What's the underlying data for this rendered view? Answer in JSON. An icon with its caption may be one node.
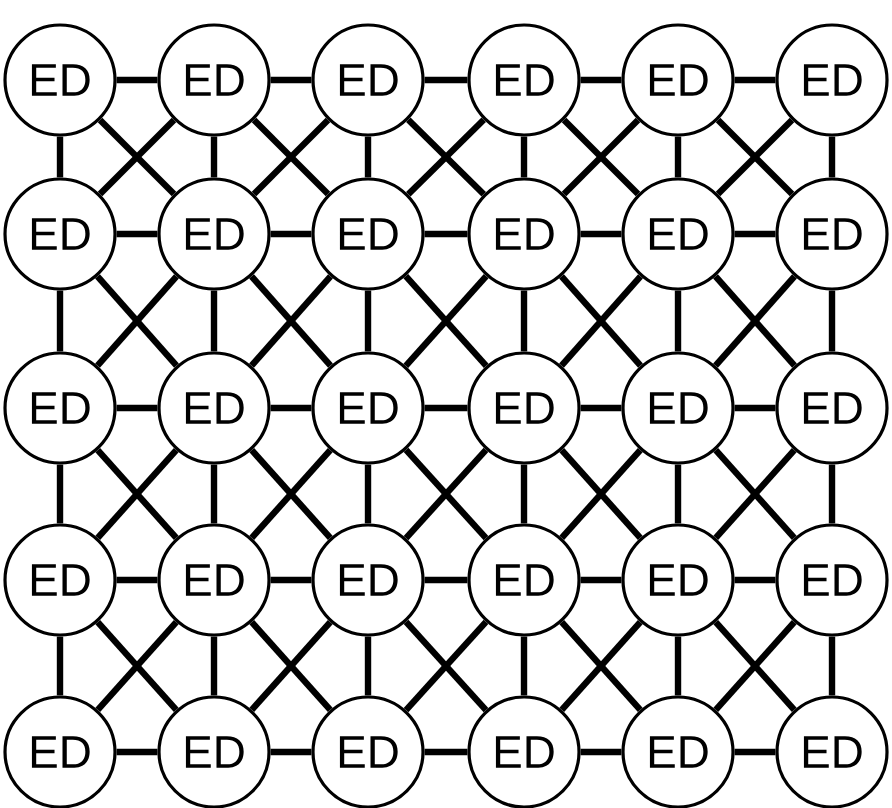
{
  "diagram": {
    "nodes": [
      {
        "text": [
          "ED"
        ]
      },
      {
        "text": [
          "ED"
        ]
      },
      {
        "text": [
          "ED"
        ]
      },
      {
        "text": [
          "ED"
        ]
      },
      {
        "text": [
          "ED"
        ]
      },
      {
        "text": [
          "ED"
        ]
      },
      {
        "text": [
          "ED"
        ]
      },
      {
        "text": [
          "ED"
        ]
      },
      {
        "text": [
          "ED"
        ]
      },
      {
        "text": [
          "ED"
        ]
      },
      {
        "text": [
          "ED"
        ]
      },
      {
        "text": [
          "ED"
        ]
      },
      {
        "text": [
          "ED"
        ]
      },
      {
        "text": [
          "ED"
        ]
      },
      {
        "text": [
          "ED"
        ]
      },
      {
        "text": [
          "ED"
        ]
      },
      {
        "text": [
          "ED"
        ]
      },
      {
        "text": [
          "ED"
        ]
      },
      {
        "text": [
          "ED"
        ]
      },
      {
        "text": [
          "ED"
        ]
      },
      {
        "text": [
          "ED"
        ]
      },
      {
        "text": [
          "ED"
        ]
      },
      {
        "text": [
          "ED"
        ]
      },
      {
        "text": [
          "ED"
        ]
      },
      {
        "text": [
          "ED"
        ]
      },
      {
        "text": [
          "ED"
        ]
      },
      {
        "text": [
          "ED"
        ]
      },
      {
        "text": [
          "ED"
        ]
      },
      {
        "text": [
          "ED"
        ]
      },
      {
        "text": [
          "ED"
        ]
      }
    ],
    "edges": [
      {
        "from": 0,
        "to": 1,
        "arrow": "none"
      },
      {
        "from": 0,
        "to": 6,
        "arrow": "none"
      },
      {
        "from": 0,
        "to": 7,
        "arrow": "none"
      },
      {
        "from": 1,
        "to": 2,
        "arrow": "none"
      },
      {
        "from": 1,
        "to": 7,
        "arrow": "none"
      },
      {
        "from": 1,
        "to": 8,
        "arrow": "none"
      },
      {
        "from": 1,
        "to": 6,
        "arrow": "none"
      },
      {
        "from": 2,
        "to": 3,
        "arrow": "none"
      },
      {
        "from": 2,
        "to": 8,
        "arrow": "none"
      },
      {
        "from": 2,
        "to": 9,
        "arrow": "none"
      },
      {
        "from": 2,
        "to": 7,
        "arrow": "none"
      },
      {
        "from": 3,
        "to": 4,
        "arrow": "none"
      },
      {
        "from": 3,
        "to": 9,
        "arrow": "none"
      },
      {
        "from": 3,
        "to": 10,
        "arrow": "none"
      },
      {
        "from": 3,
        "to": 8,
        "arrow": "none"
      },
      {
        "from": 4,
        "to": 5,
        "arrow": "none"
      },
      {
        "from": 4,
        "to": 10,
        "arrow": "none"
      },
      {
        "from": 4,
        "to": 11,
        "arrow": "none"
      },
      {
        "from": 4,
        "to": 9,
        "arrow": "none"
      },
      {
        "from": 5,
        "to": 11,
        "arrow": "none"
      },
      {
        "from": 5,
        "to": 10,
        "arrow": "none"
      },
      {
        "from": 6,
        "to": 7,
        "arrow": "none"
      },
      {
        "from": 6,
        "to": 12,
        "arrow": "none"
      },
      {
        "from": 6,
        "to": 13,
        "arrow": "none"
      },
      {
        "from": 7,
        "to": 8,
        "arrow": "none"
      },
      {
        "from": 7,
        "to": 13,
        "arrow": "none"
      },
      {
        "from": 7,
        "to": 14,
        "arrow": "none"
      },
      {
        "from": 7,
        "to": 12,
        "arrow": "none"
      },
      {
        "from": 8,
        "to": 9,
        "arrow": "none"
      },
      {
        "from": 8,
        "to": 14,
        "arrow": "none"
      },
      {
        "from": 8,
        "to": 15,
        "arrow": "none"
      },
      {
        "from": 8,
        "to": 13,
        "arrow": "none"
      },
      {
        "from": 9,
        "to": 10,
        "arrow": "none"
      },
      {
        "from": 9,
        "to": 15,
        "arrow": "none"
      },
      {
        "from": 9,
        "to": 16,
        "arrow": "none"
      },
      {
        "from": 9,
        "to": 14,
        "arrow": "none"
      },
      {
        "from": 10,
        "to": 11,
        "arrow": "none"
      },
      {
        "from": 10,
        "to": 16,
        "arrow": "none"
      },
      {
        "from": 10,
        "to": 17,
        "arrow": "none"
      },
      {
        "from": 10,
        "to": 15,
        "arrow": "none"
      },
      {
        "from": 11,
        "to": 17,
        "arrow": "none"
      },
      {
        "from": 11,
        "to": 16,
        "arrow": "none"
      },
      {
        "from": 12,
        "to": 13,
        "arrow": "none"
      },
      {
        "from": 12,
        "to": 18,
        "arrow": "none"
      },
      {
        "from": 12,
        "to": 19,
        "arrow": "none"
      },
      {
        "from": 13,
        "to": 14,
        "arrow": "none"
      },
      {
        "from": 13,
        "to": 19,
        "arrow": "none"
      },
      {
        "from": 13,
        "to": 20,
        "arrow": "none"
      },
      {
        "from": 13,
        "to": 18,
        "arrow": "none"
      },
      {
        "from": 14,
        "to": 15,
        "arrow": "none"
      },
      {
        "from": 14,
        "to": 20,
        "arrow": "none"
      },
      {
        "from": 14,
        "to": 21,
        "arrow": "none"
      },
      {
        "from": 14,
        "to": 19,
        "arrow": "none"
      },
      {
        "from": 15,
        "to": 16,
        "arrow": "none"
      },
      {
        "from": 15,
        "to": 21,
        "arrow": "none"
      },
      {
        "from": 15,
        "to": 22,
        "arrow": "none"
      },
      {
        "from": 15,
        "to": 20,
        "arrow": "none"
      },
      {
        "from": 16,
        "to": 17,
        "arrow": "none"
      },
      {
        "from": 16,
        "to": 22,
        "arrow": "none"
      },
      {
        "from": 16,
        "to": 23,
        "arrow": "none"
      },
      {
        "from": 16,
        "to": 21,
        "arrow": "none"
      },
      {
        "from": 17,
        "to": 23,
        "arrow": "none"
      },
      {
        "from": 17,
        "to": 22,
        "arrow": "none"
      },
      {
        "from": 18,
        "to": 19,
        "arrow": "none"
      },
      {
        "from": 18,
        "to": 24,
        "arrow": "none"
      },
      {
        "from": 18,
        "to": 25,
        "arrow": "none"
      },
      {
        "from": 19,
        "to": 20,
        "arrow": "none"
      },
      {
        "from": 19,
        "to": 25,
        "arrow": "none"
      },
      {
        "from": 19,
        "to": 26,
        "arrow": "none"
      },
      {
        "from": 19,
        "to": 24,
        "arrow": "none"
      },
      {
        "from": 20,
        "to": 21,
        "arrow": "none"
      },
      {
        "from": 20,
        "to": 26,
        "arrow": "none"
      },
      {
        "from": 20,
        "to": 27,
        "arrow": "none"
      },
      {
        "from": 20,
        "to": 25,
        "arrow": "none"
      },
      {
        "from": 21,
        "to": 22,
        "arrow": "none"
      },
      {
        "from": 21,
        "to": 27,
        "arrow": "none"
      },
      {
        "from": 21,
        "to": 28,
        "arrow": "none"
      },
      {
        "from": 21,
        "to": 26,
        "arrow": "none"
      },
      {
        "from": 22,
        "to": 23,
        "arrow": "none"
      },
      {
        "from": 22,
        "to": 28,
        "arrow": "none"
      },
      {
        "from": 22,
        "to": 29,
        "arrow": "none"
      },
      {
        "from": 22,
        "to": 27,
        "arrow": "none"
      },
      {
        "from": 23,
        "to": 29,
        "arrow": "none"
      },
      {
        "from": 23,
        "to": 28,
        "arrow": "none"
      },
      {
        "from": 24,
        "to": 25,
        "arrow": "none"
      },
      {
        "from": 25,
        "to": 26,
        "arrow": "none"
      },
      {
        "from": 26,
        "to": 27,
        "arrow": "none"
      },
      {
        "from": 27,
        "to": 28,
        "arrow": "none"
      },
      {
        "from": 28,
        "to": 29,
        "arrow": "none"
      }
    ]
  }
}
